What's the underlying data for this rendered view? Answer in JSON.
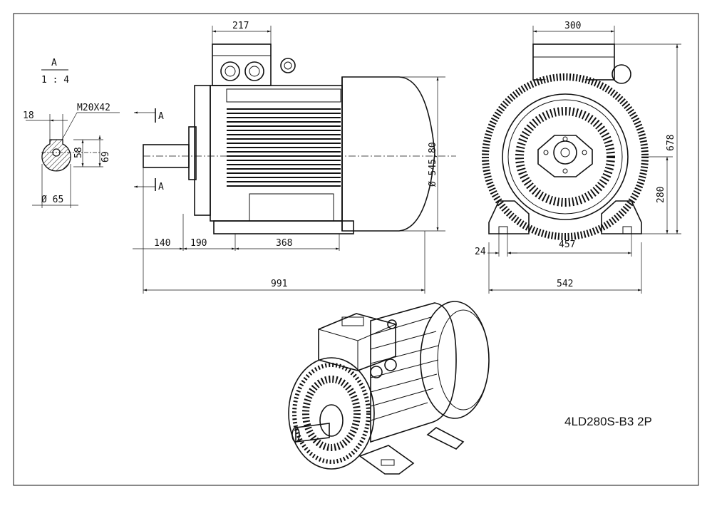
{
  "drawing": {
    "model": "4LD280S-B3 2P",
    "section_view": {
      "label": "A",
      "scale": "1 : 4",
      "thread": "M20X42",
      "key_width": "18",
      "shaft_diameter": "Ø  65",
      "key_height": "58",
      "shaft_height": "69",
      "cut_marker": "A"
    },
    "side_view": {
      "terminal_box_width": "217",
      "flange_diameter": "Ø 545,80",
      "shaft_length": "140",
      "foot_offset": "190",
      "foot_spacing": "368",
      "overall_length": "991"
    },
    "front_view": {
      "box_width": "300",
      "overall_height": "678",
      "shaft_height": "280",
      "foot_slot": "24",
      "foot_spacing": "457",
      "overall_width": "542"
    }
  }
}
